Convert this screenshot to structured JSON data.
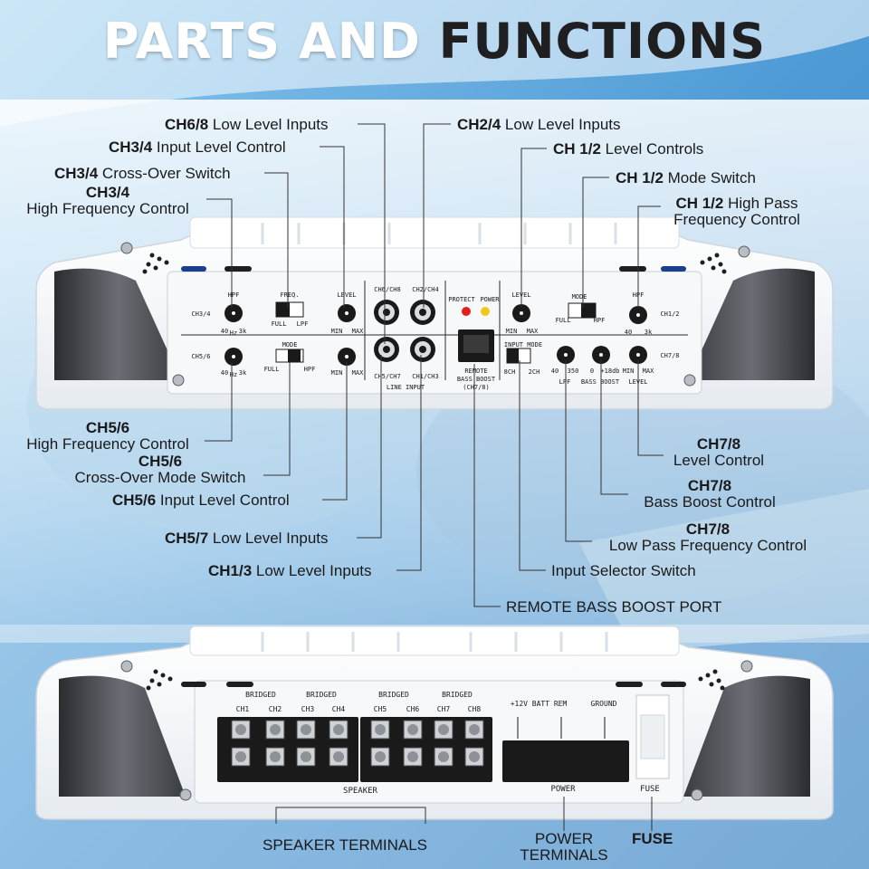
{
  "title": {
    "part1": "PARTS AND",
    "part2": "FUNCTIONS"
  },
  "callouts": {
    "ch68_low": {
      "bold": "CH6/8",
      "text": " Low Level Inputs"
    },
    "ch34_input": {
      "bold": "CH3/4",
      "text": " Input Level Control"
    },
    "ch34_xover": {
      "bold": "CH3/4",
      "text": " Cross-Over Switch"
    },
    "ch34_hf_bold": "CH3/4",
    "ch34_hf_text": "High Frequency Control",
    "ch24_low": {
      "bold": "CH2/4",
      "text": " Low Level Inputs"
    },
    "ch12_level": {
      "bold": "CH 1/2",
      "text": " Level Controls"
    },
    "ch12_mode": {
      "bold": "CH 1/2",
      "text": " Mode Switch"
    },
    "ch12_hp_bold": "CH 1/2",
    "ch12_hp_text1": " High Pass",
    "ch12_hp_text2": "Frequency Control",
    "ch56_hf_bold": "CH5/6",
    "ch56_hf_text": "High Frequency Control",
    "ch56_xover_bold": "CH5/6",
    "ch56_xover_text": "Cross-Over Mode Switch",
    "ch56_input": {
      "bold": "CH5/6",
      "text": " Input Level Control"
    },
    "ch57_low": {
      "bold": "CH5/7",
      "text": " Low Level Inputs"
    },
    "ch13_low": {
      "bold": "CH1/3",
      "text": " Low Level Inputs"
    },
    "ch78_level_bold": "CH7/8",
    "ch78_level_text": "Level Control",
    "ch78_bass_bold": "CH7/8",
    "ch78_bass_text": "Bass Boost Control",
    "ch78_lpf_bold": "CH7/8",
    "ch78_lpf_text": "Low Pass Frequency Control",
    "input_selector": "Input Selector Switch",
    "remote_port": "REMOTE BASS BOOST PORT",
    "speaker_terminals": "SPEAKER TERMINALS",
    "power_terminals_1": "POWER",
    "power_terminals_2": "TERMINALS",
    "fuse": "FUSE"
  },
  "panel_top": {
    "hpf": "HPF",
    "freq": "FREQ.",
    "level": "LEVEL",
    "mode": "MODE",
    "ch34": "CH3/4",
    "ch56": "CH5/6",
    "ch12": "CH1/2",
    "ch78": "CH7/8",
    "full": "FULL",
    "lpf": "LPF",
    "hpf_sw": "HPF",
    "hz40": "40",
    "hz": "Hz",
    "k3": "3k",
    "min": "MIN",
    "max": "MAX",
    "ch6ch8": "CH6/CH8",
    "ch2ch4": "CH2/CH4",
    "ch5ch7": "CH5/CH7",
    "ch1ch3": "CH1/CH3",
    "line_input": "LINE INPUT",
    "protect": "PROTECT",
    "power": "POWER",
    "remote1": "REMOTE",
    "remote2": "BASS BOOST",
    "remote3": "(CH7/8)",
    "input_mode": "INPUT MODE",
    "ch8": "8CH",
    "ch2": "2CH",
    "lpf_knob": "LPF",
    "hz350": "350",
    "bass_boost": "BASS BOOST",
    "db0": "0",
    "db18": "+18db",
    "level2": "LEVEL"
  },
  "panel_bottom": {
    "bridged": "BRIDGED",
    "ch_labels": [
      "CH1",
      "CH2",
      "CH3",
      "CH4",
      "CH5",
      "CH6",
      "CH7",
      "CH8"
    ],
    "speaker": "SPEAKER",
    "batt": "+12V BATT REM",
    "ground": "GROUND",
    "power": "POWER",
    "fuse": "FUSE"
  },
  "colors": {
    "accent_dark": "#1f1f22",
    "led_red": "#e0201c",
    "led_yellow": "#f2c81c",
    "panel": "#f4f6f8"
  }
}
